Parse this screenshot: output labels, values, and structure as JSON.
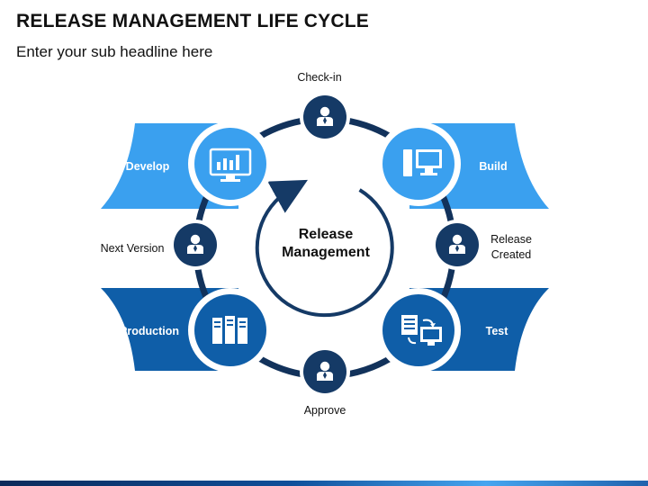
{
  "header": {
    "title": "RELEASE MANAGEMENT LIFE CYCLE",
    "subtitle": "Enter your sub headline here"
  },
  "center": {
    "line1": "Release",
    "line2": "Management"
  },
  "stages": {
    "develop": {
      "label": "Develop",
      "icon": "monitor-chart-icon"
    },
    "build": {
      "label": "Build",
      "icon": "desktop-computer-icon"
    },
    "test": {
      "label": "Test",
      "icon": "server-transfer-icon"
    },
    "production": {
      "label": "Production",
      "icon": "server-rack-icon"
    }
  },
  "milestones": {
    "checkin": {
      "label": "Check-in",
      "icon": "person-icon"
    },
    "release_created": {
      "line1": "Release",
      "line2": "Created",
      "icon": "person-icon"
    },
    "approve": {
      "label": "Approve",
      "icon": "person-icon"
    },
    "next_version": {
      "label": "Next Version",
      "icon": "person-icon"
    }
  },
  "colors": {
    "light_blue": "#3aa0ef",
    "dark_blue": "#0f5ea8",
    "navy": "#153a66",
    "ring": "#12325b"
  }
}
